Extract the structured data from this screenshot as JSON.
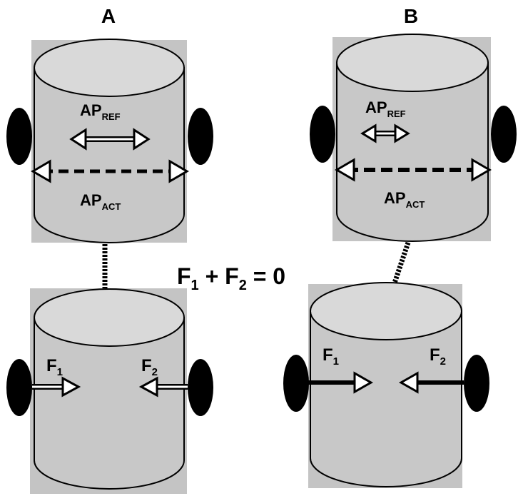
{
  "panels": [
    {
      "id": "A",
      "label": "A",
      "top_cylinder": {
        "ref_label": {
          "main": "AP",
          "sub": "REF"
        },
        "act_label": {
          "main": "AP",
          "sub": "ACT"
        }
      },
      "bottom_cylinder": {
        "force_left": {
          "main": "F",
          "sub": "1"
        },
        "force_right": {
          "main": "F",
          "sub": "2"
        }
      }
    },
    {
      "id": "B",
      "label": "B",
      "top_cylinder": {
        "ref_label": {
          "main": "AP",
          "sub": "REF"
        },
        "act_label": {
          "main": "AP",
          "sub": "ACT"
        }
      },
      "bottom_cylinder": {
        "force_left": {
          "main": "F",
          "sub": "1"
        },
        "force_right": {
          "main": "F",
          "sub": "2"
        }
      }
    }
  ],
  "equation": {
    "f1": "F",
    "f1_sub": "1",
    "plus": " + ",
    "f2": "F",
    "f2_sub": "2",
    "rest": " = 0"
  },
  "colors": {
    "background": "#ffffff",
    "panel": "#c4c4c4",
    "cylinder_top": "#d8d8d8",
    "cylinder_body": "#c8c8c8",
    "stroke": "#000000",
    "electrode": "#000000"
  }
}
